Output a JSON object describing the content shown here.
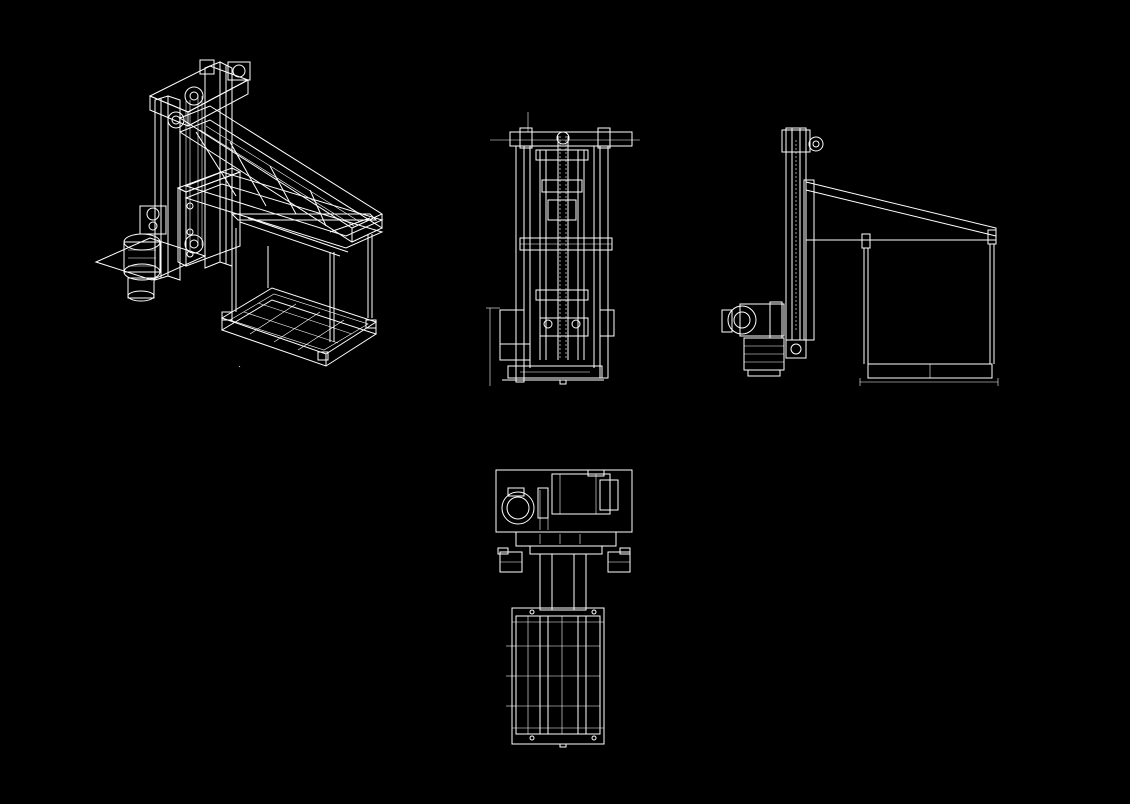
{
  "drawing": {
    "background_color": "#000000",
    "line_color": "#ffffff",
    "views": [
      {
        "id": "isometric",
        "kind": "isometric view"
      },
      {
        "id": "front",
        "kind": "front elevation"
      },
      {
        "id": "side",
        "kind": "side elevation"
      },
      {
        "id": "top",
        "kind": "plan view"
      }
    ]
  }
}
